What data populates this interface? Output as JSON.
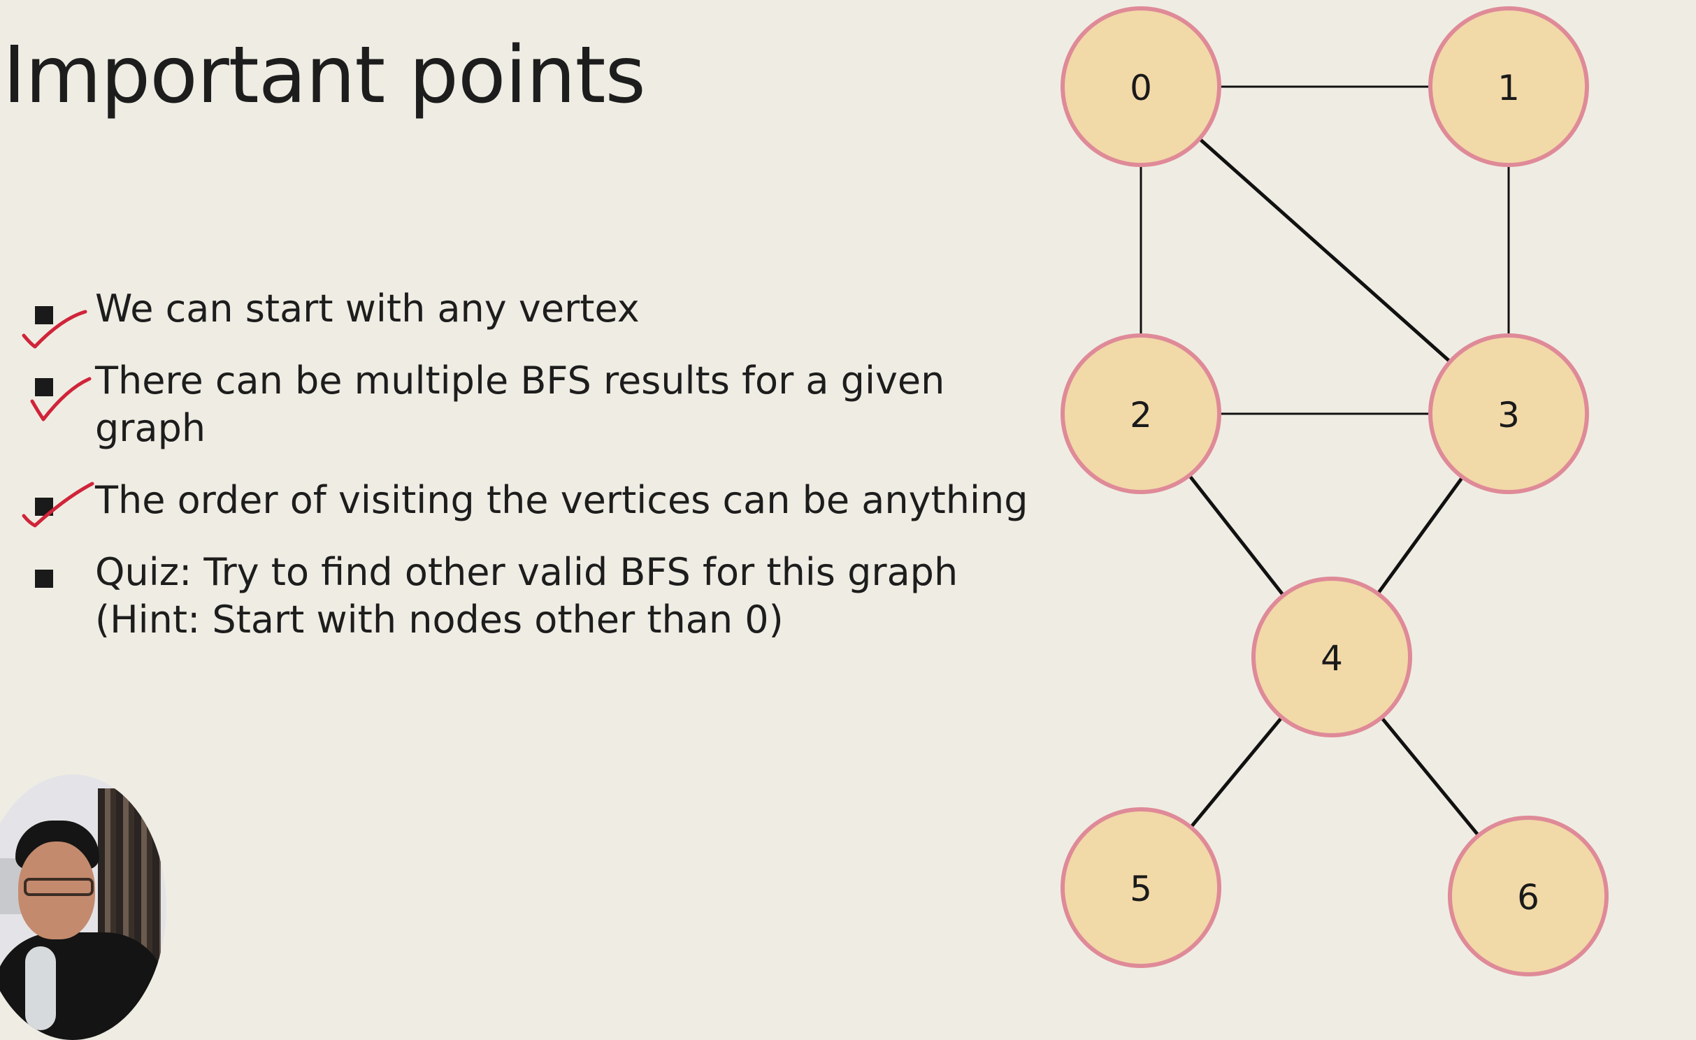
{
  "slide": {
    "title": "Important points",
    "background_color": "#efede3"
  },
  "bullets": [
    {
      "lines": [
        "We can start with any vertex"
      ],
      "checked": true
    },
    {
      "lines": [
        "There can be multiple BFS results for a given",
        "graph"
      ],
      "checked": true
    },
    {
      "lines": [
        "The order of visiting the vertices can be anything"
      ],
      "checked": true
    },
    {
      "lines": [
        "Quiz: Try to find other valid BFS for this graph",
        "(Hint: Start with nodes other than 0)"
      ],
      "checked": false
    }
  ],
  "annotation_color": "#d0243a",
  "graph": {
    "node_fill": "#f2d9a8",
    "node_stroke": "#df8a98",
    "nodes": [
      "0",
      "1",
      "2",
      "3",
      "4",
      "5",
      "6"
    ],
    "edges": [
      [
        "0",
        "1"
      ],
      [
        "0",
        "2"
      ],
      [
        "0",
        "3"
      ],
      [
        "1",
        "3"
      ],
      [
        "2",
        "3"
      ],
      [
        "2",
        "4"
      ],
      [
        "3",
        "4"
      ],
      [
        "4",
        "5"
      ],
      [
        "4",
        "6"
      ]
    ]
  },
  "webcam": {
    "visible": true
  }
}
